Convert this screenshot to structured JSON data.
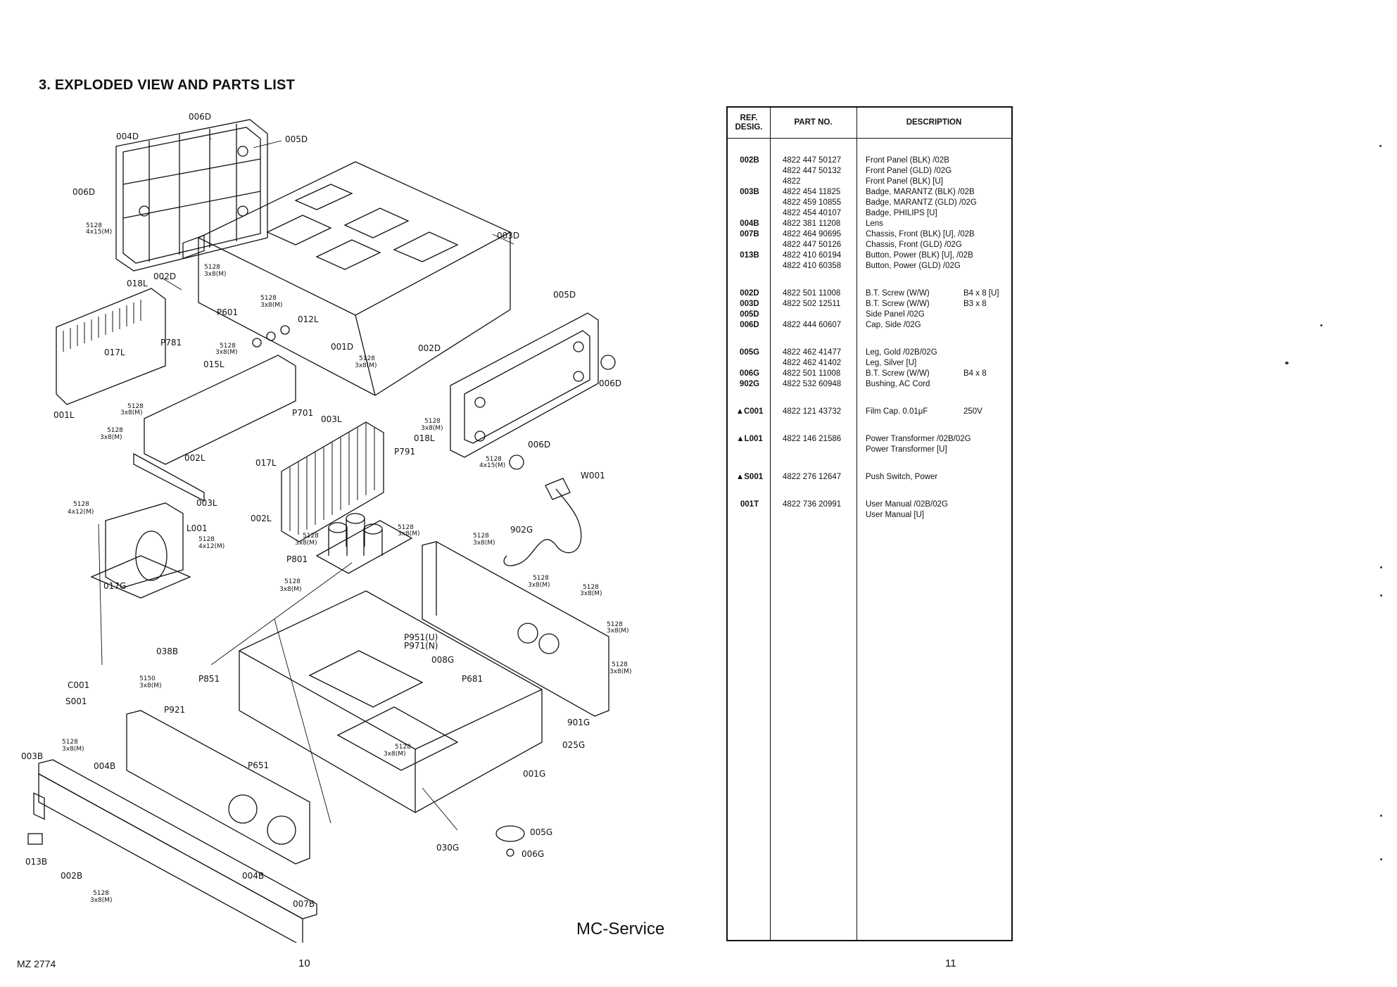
{
  "heading": "3. EXPLODED VIEW AND PARTS LIST",
  "table": {
    "headers": {
      "ref": "REF.\nDESIG.",
      "part": "PART NO.",
      "desc": "DESCRIPTION"
    },
    "groups": [
      {
        "rows": [
          {
            "ref": "002B",
            "part": "4822 447 50127",
            "desc": "Front Panel (BLK) /02B",
            "extra": ""
          },
          {
            "ref": "",
            "part": "4822 447 50132",
            "desc": "Front Panel (GLD) /02G",
            "extra": ""
          },
          {
            "ref": "",
            "part": "4822",
            "desc": "Front Panel (BLK) [U]",
            "extra": ""
          },
          {
            "ref": "003B",
            "part": "4822 454 11825",
            "desc": "Badge, MARANTZ (BLK) /02B",
            "extra": ""
          },
          {
            "ref": "",
            "part": "4822 459 10855",
            "desc": "Badge, MARANTZ (GLD) /02G",
            "extra": ""
          },
          {
            "ref": "",
            "part": "4822 454 40107",
            "desc": "Badge, PHILIPS [U]",
            "extra": ""
          },
          {
            "ref": "004B",
            "part": "4822 381 11208",
            "desc": "Lens",
            "extra": ""
          },
          {
            "ref": "007B",
            "part": "4822 464 90695",
            "desc": "Chassis, Front (BLK) [U], /02B",
            "extra": ""
          },
          {
            "ref": "",
            "part": "4822 447 50126",
            "desc": "Chassis, Front (GLD) /02G",
            "extra": ""
          },
          {
            "ref": "013B",
            "part": "4822 410 60194",
            "desc": "Button, Power (BLK) [U], /02B",
            "extra": ""
          },
          {
            "ref": "",
            "part": "4822 410 60358",
            "desc": "Button, Power (GLD) /02G",
            "extra": ""
          }
        ]
      },
      {
        "rows": [
          {
            "ref": "002D",
            "part": "4822 501 11008",
            "desc": "B.T. Screw (W/W)",
            "extra": "B4 x 8 [U]"
          },
          {
            "ref": "003D",
            "part": "4822 502 12511",
            "desc": "B.T. Screw (W/W)",
            "extra": "B3 x 8"
          },
          {
            "ref": "005D",
            "part": "",
            "desc": "Side Panel /02G",
            "extra": ""
          },
          {
            "ref": "006D",
            "part": "4822 444 60607",
            "desc": "Cap, Side /02G",
            "extra": ""
          }
        ]
      },
      {
        "rows": [
          {
            "ref": "005G",
            "part": "4822 462 41477",
            "desc": "Leg, Gold /02B/02G",
            "extra": ""
          },
          {
            "ref": "",
            "part": "4822 462 41402",
            "desc": "Leg, Silver [U]",
            "extra": ""
          },
          {
            "ref": "006G",
            "part": "4822 501 11008",
            "desc": "B.T. Screw (W/W)",
            "extra": "B4 x 8"
          },
          {
            "ref": "902G",
            "part": "4822 532 60948",
            "desc": "Bushing, AC Cord",
            "extra": ""
          }
        ]
      },
      {
        "rows": [
          {
            "ref": "▲C001",
            "part": "4822 121 43732",
            "desc": "Film Cap.   0.01μF",
            "extra": "250V"
          }
        ]
      },
      {
        "rows": [
          {
            "ref": "▲L001",
            "part": "4822 146 21586",
            "desc": "Power Transformer /02B/02G",
            "extra": ""
          },
          {
            "ref": "",
            "part": "",
            "desc": "Power Transformer [U]",
            "extra": ""
          }
        ]
      },
      {
        "rows": [
          {
            "ref": "▲S001",
            "part": "4822 276 12647",
            "desc": "Push Switch, Power",
            "extra": ""
          }
        ]
      },
      {
        "rows": [
          {
            "ref": "001T",
            "part": "4822 736 20991",
            "desc": "User Manual /02B/02G",
            "extra": ""
          },
          {
            "ref": "",
            "part": "",
            "desc": "User Manual [U]",
            "extra": ""
          }
        ]
      }
    ]
  },
  "diagram_labels": {
    "l006D_top": "006D",
    "l004D": "004D",
    "l005D_top": "005D",
    "l006D_left": "006D",
    "l5128_a": "5128",
    "l4x15M_a": "4x15(M)",
    "l003D": "003D",
    "l002D_a": "002D",
    "l5128_b": "5128",
    "l3x8M_b": "3x8(M)",
    "l018L_a": "018L",
    "l005D_right": "005D",
    "lP601": "P601",
    "l5128_c": "5128",
    "l3x8M_c": "3x8(M)",
    "l012L": "012L",
    "lP781": "P781",
    "l017L_a": "017L",
    "l5128_d": "5128",
    "l3x8M_d": "3x8(M)",
    "l015L": "015L",
    "l001D": "001D",
    "l002D_b": "002D",
    "l5128_e": "5128",
    "l3x8M_e": "3x8(M)",
    "l006D_right": "006D",
    "l001L": "001L",
    "l5128_f": "5128",
    "l3x8M_f": "3x8(M)",
    "l5128_g": "5128",
    "l3x8M_g": "3x8(M)",
    "lP701": "P701",
    "l003L_a": "003L",
    "l5128_h": "5128",
    "l3x8M_h": "3x8(M)",
    "l018L_b": "018L",
    "lP791": "P791",
    "l006D_low": "006D",
    "l5128_i": "5128",
    "l4x15M_i": "4x15(M)",
    "l002L_a": "002L",
    "l017L_b": "017L",
    "lW001": "W001",
    "l003L_b": "003L",
    "l002L_b": "002L",
    "l5128_j": "5128",
    "l4x12M_j": "4x12(M)",
    "lL001": "L001",
    "l5128_k": "5128",
    "l4x12M_k": "4x12(M)",
    "l5128_l": "5128",
    "l3x8M_l": "3x8(M)",
    "l5128_m": "5128",
    "l3x8M_m": "3x8(M)",
    "l5128_n": "5128",
    "l3x8M_n": "3x8(M)",
    "l902G": "902G",
    "lP801": "P801",
    "l017G": "017G",
    "l5128_o": "5128",
    "l3x8M_o": "3x8(M)",
    "l5128_p": "5128",
    "l3x8M_p": "3x8(M)",
    "l5128_q": "5128",
    "l3x8M_q": "3x8(M)",
    "l038B": "038B",
    "lP951": "P951(U)",
    "lP971": "P971(N)",
    "l008G": "008G",
    "l5128_r": "5128",
    "l3x8M_r": "3x8(M)",
    "l5128_s": "5128",
    "l3x8M_s": "3x8(M)",
    "lC001": "C001",
    "l5150": "5150",
    "l3x8M_t": "3x8(M)",
    "lS001": "S001",
    "lP851": "P851",
    "lP681": "P681",
    "lP921": "P921",
    "l901G": "901G",
    "l025G": "025G",
    "l5128_u": "5128",
    "l3x8M_u": "3x8(M)",
    "l003B": "003B",
    "l004B_a": "004B",
    "l5128_v": "5128",
    "l3x8M_v": "3x8(M)",
    "lP651": "P651",
    "l001G": "001G",
    "l013B": "013B",
    "l030G": "030G",
    "l005G": "005G",
    "l006G": "006G",
    "l002B": "002B",
    "l004B_b": "004B",
    "l5128_w": "5128",
    "l3x8M_w": "3x8(M)",
    "l007B": "007B"
  },
  "watermark": "MC-Service",
  "footer": {
    "model": "MZ 2774",
    "page_left": "10",
    "page_right": "11"
  }
}
